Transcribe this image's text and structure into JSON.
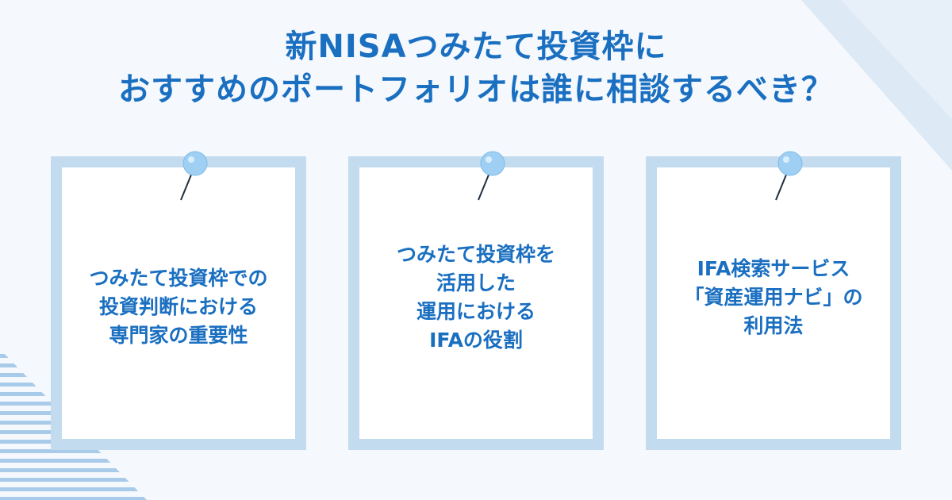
{
  "title": {
    "line1": "新NISAつみたて投資枠に",
    "line2": "おすすめのポートフォリオは誰に相談するべき？"
  },
  "cards": [
    {
      "lines": [
        "つみたて投資枠での",
        "投資判断における",
        "専門家の重要性"
      ]
    },
    {
      "lines": [
        "つみたて投資枠を",
        "活用した",
        "運用における",
        "IFAの役割"
      ]
    },
    {
      "lines": [
        "IFA検索サービス",
        "「資産運用ナビ」の",
        "利用法"
      ]
    }
  ],
  "colors": {
    "accent": "#1a6fc1",
    "frame": "#c3dbef",
    "background": "#f5f9fd",
    "pin": "#9fd0f3"
  },
  "icons": [
    "push-pin-icon"
  ]
}
